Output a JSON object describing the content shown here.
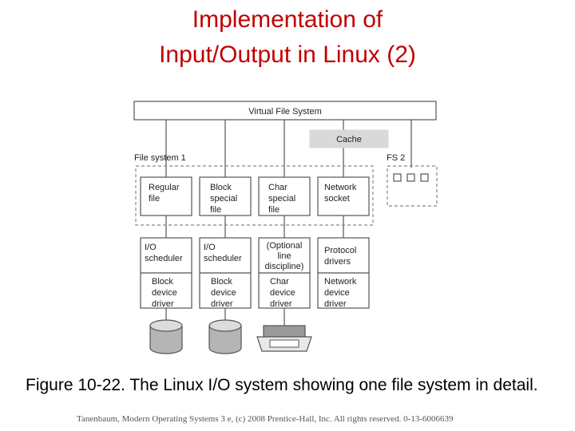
{
  "title": {
    "line1": "Implementation of",
    "line2": "Input/Output in Linux (2)"
  },
  "diagram": {
    "vfs": "Virtual File System",
    "cache": "Cache",
    "fs1": "File system 1",
    "fs2": "FS 2",
    "top_row": [
      [
        "Regular",
        "file"
      ],
      [
        "Block",
        "special",
        "file"
      ],
      [
        "Char",
        "special",
        "file"
      ],
      [
        "Network",
        "socket"
      ]
    ],
    "mid_row": [
      [
        "I/O",
        "scheduler"
      ],
      [
        "I/O",
        "scheduler"
      ],
      [
        "(Optional",
        "line",
        "discipline)"
      ],
      [
        "Protocol",
        "drivers"
      ]
    ],
    "low_row": [
      [
        "Block",
        "device",
        "driver"
      ],
      [
        "Block",
        "device",
        "driver"
      ],
      [
        "Char",
        "device",
        "driver"
      ],
      [
        "Network",
        "device",
        "driver"
      ]
    ],
    "devices": [
      "disk",
      "disk",
      "printer"
    ]
  },
  "caption": "Figure 10-22. The Linux I/O system showing one file system in detail.",
  "credit": "Tanenbaum, Modern Operating Systems 3 e, (c) 2008 Prentice-Hall, Inc. All rights reserved. 0-13-6006639"
}
